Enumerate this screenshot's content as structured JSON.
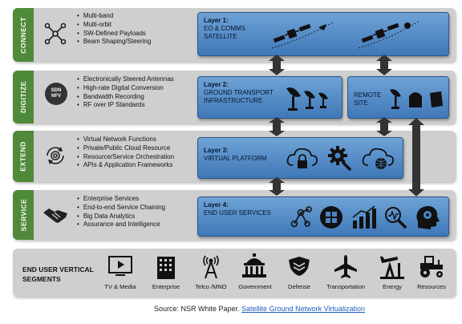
{
  "rows": [
    {
      "tab": "CONNECT",
      "bullets": [
        "Multi-band",
        "Multi-orbit",
        "SW-Defined Payloads",
        "Beam Shaping/Steering"
      ]
    },
    {
      "tab": "DIGITIZE",
      "bullets": [
        "Electronically Steered Antennas",
        "High-rate Digital Conversion",
        "Bandwidth Recording",
        "RF over IP Standards"
      ],
      "icon_text": "SDN NFV"
    },
    {
      "tab": "EXTEND",
      "bullets": [
        "Virtual Network Functions",
        "Private/Public Cloud Resource",
        "Resource/Service Orchestration",
        "APIs & Application Frameworks"
      ]
    },
    {
      "tab": "SERVICE",
      "bullets": [
        "Enterprise Services",
        "End-to-end Service Chaining",
        "Big Data Analytics",
        "Assurance and Intelligence"
      ]
    }
  ],
  "layers": {
    "l1": {
      "num": "Layer 1:",
      "name": "EO & COMMS SATELLITE"
    },
    "l2": {
      "num": "Layer 2:",
      "name": "GROUND TRANSPORT INFRASTRUCTURE"
    },
    "remote": {
      "name": "REMOTE SITE"
    },
    "l3": {
      "num": "Layer 3:",
      "name": "VIRTUAL PLATFORM"
    },
    "l4": {
      "num": "Layer 4:",
      "name": "END USER SERVICES"
    }
  },
  "verticals": {
    "label": "END USER VERTICAL SEGMENTS",
    "segments": [
      "TV & Media",
      "Enterprise",
      "Telco /MNO",
      "Government",
      "Defense",
      "Transportation",
      "Energy",
      "Resources"
    ]
  },
  "source": {
    "prefix": "Source: NSR White Paper. ",
    "link": "Satellite Ground Network Virtualization"
  },
  "colors": {
    "tab": "#4f8a3a",
    "layer": "#4a86c5",
    "row": "#cfcfcf"
  }
}
